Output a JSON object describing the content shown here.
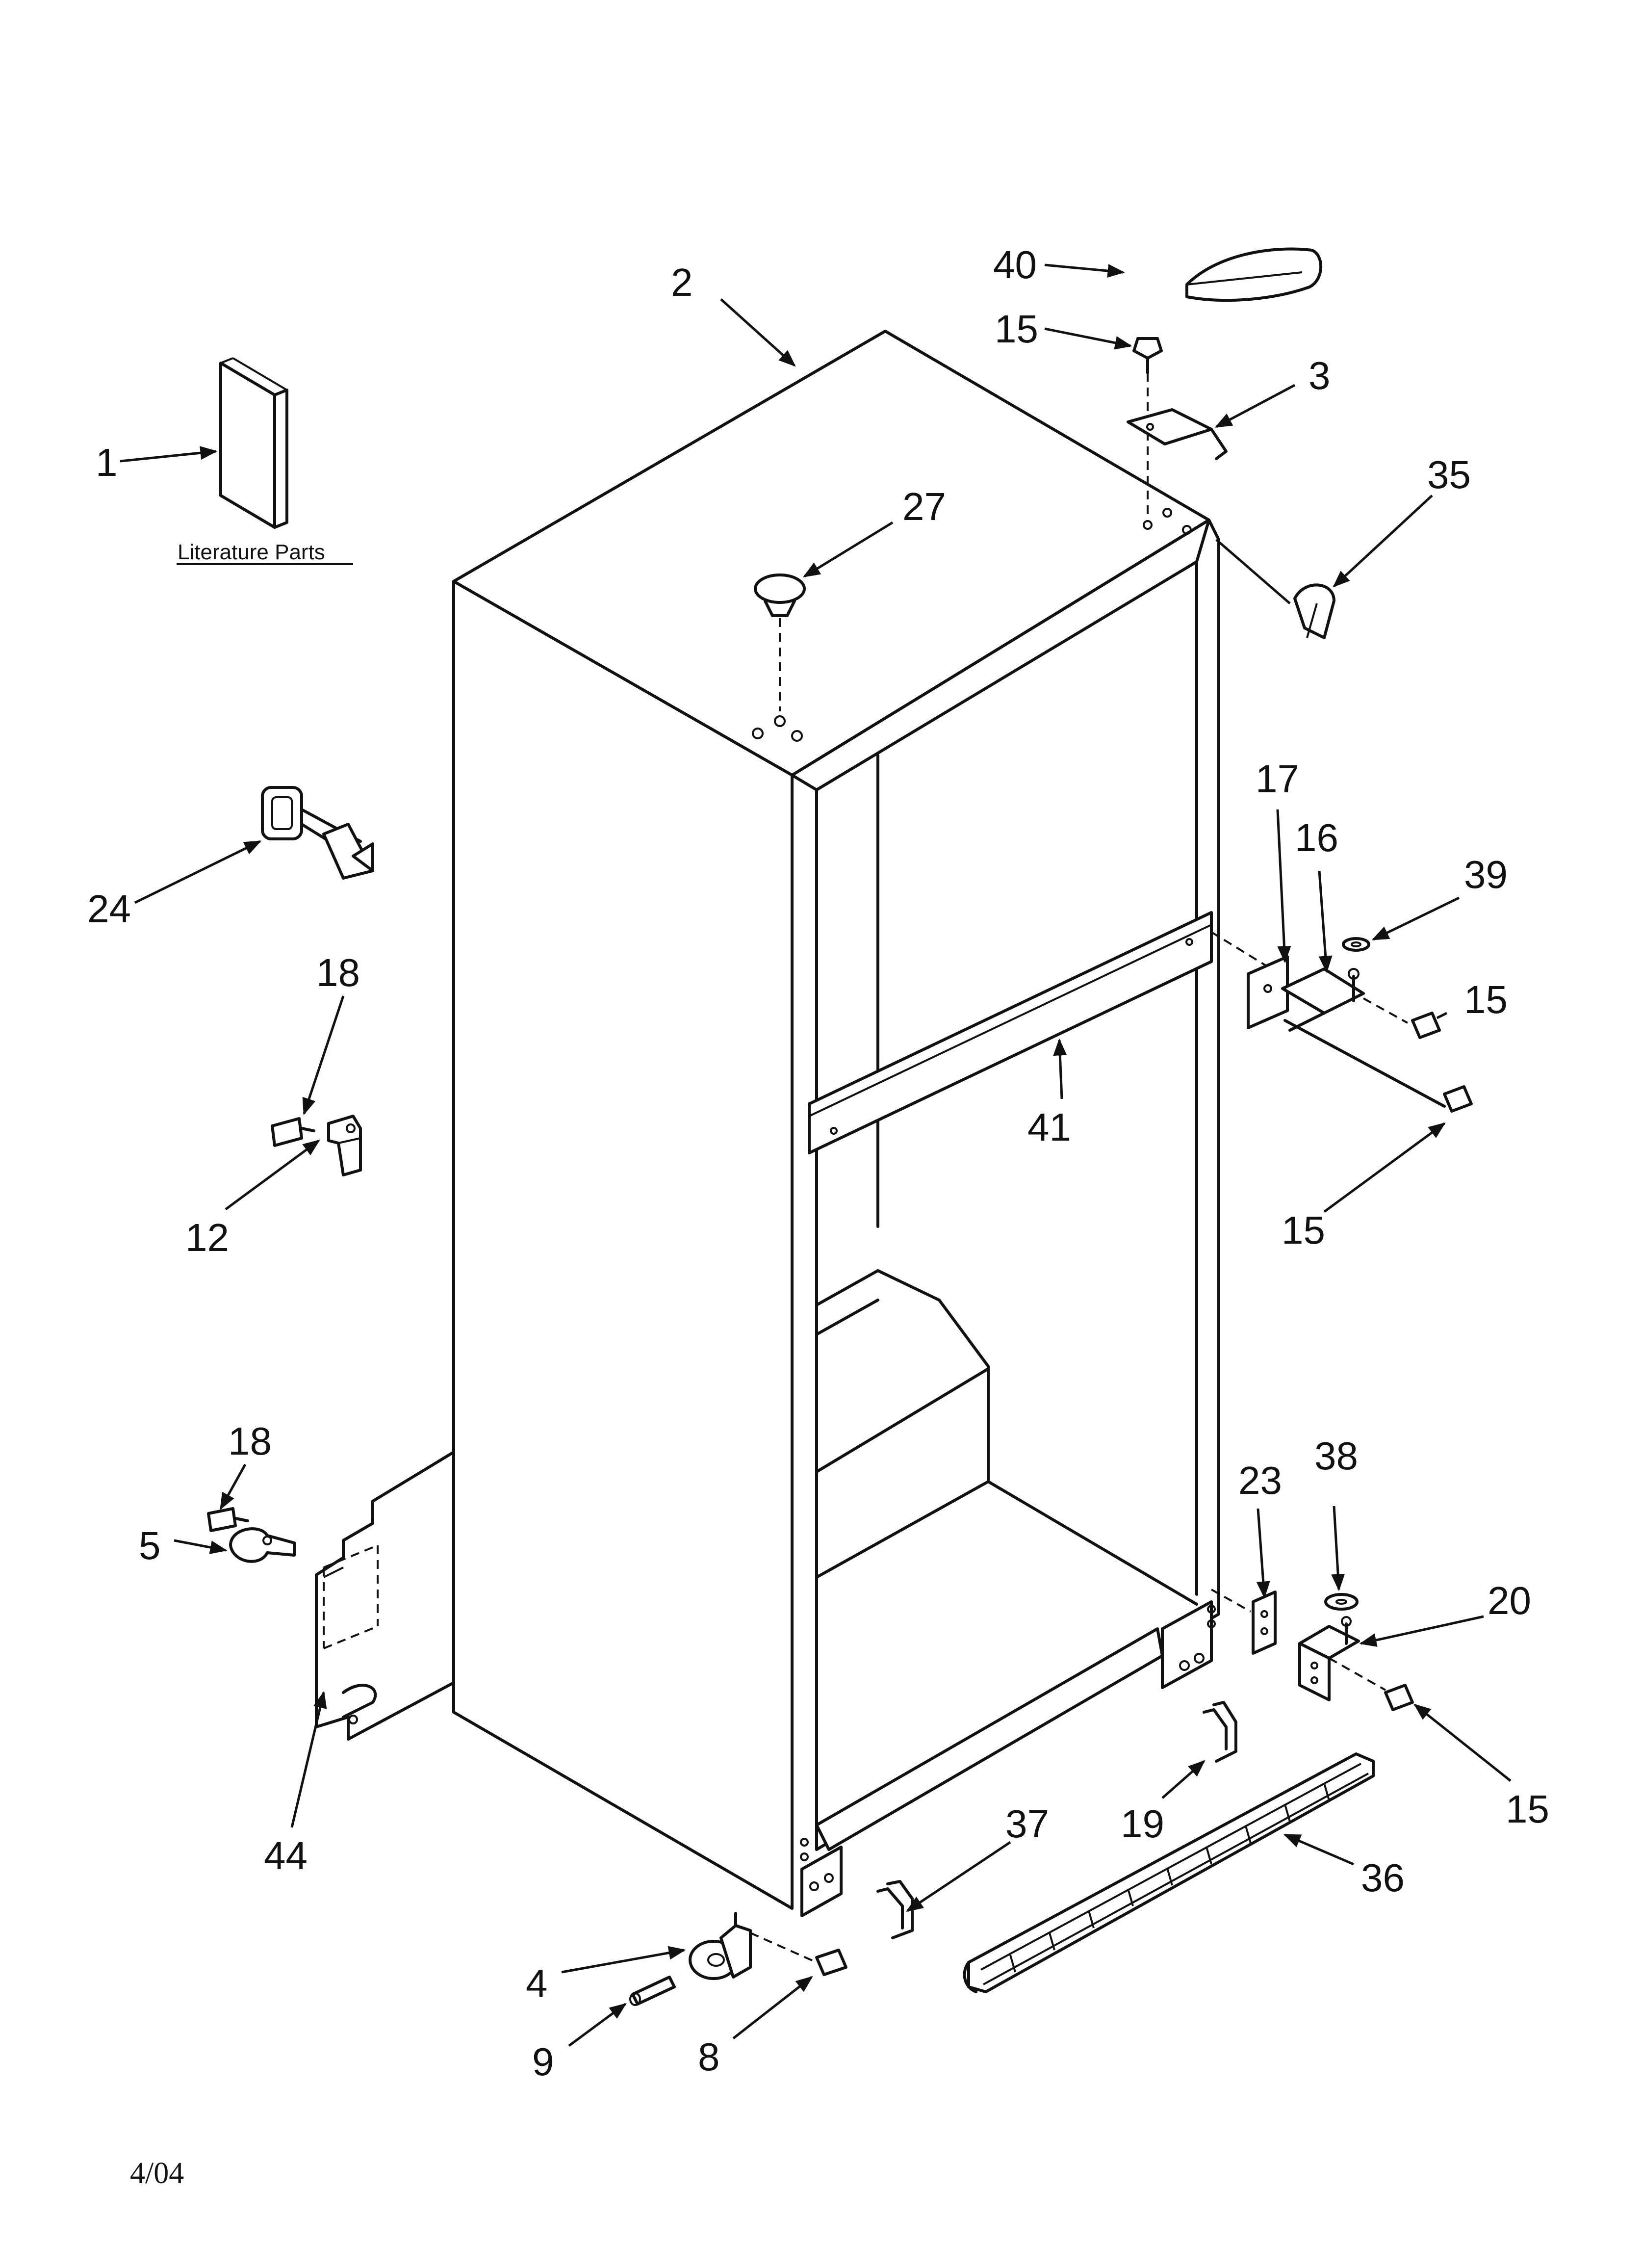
{
  "diagram": {
    "literature_label": "Literature Parts",
    "date_code": "4/04",
    "callouts": [
      {
        "id": "c1",
        "label": "1"
      },
      {
        "id": "c2",
        "label": "2"
      },
      {
        "id": "c3",
        "label": "3"
      },
      {
        "id": "c4",
        "label": "4"
      },
      {
        "id": "c5",
        "label": "5"
      },
      {
        "id": "c8",
        "label": "8"
      },
      {
        "id": "c9",
        "label": "9"
      },
      {
        "id": "c12",
        "label": "12"
      },
      {
        "id": "c15a",
        "label": "15"
      },
      {
        "id": "c15b",
        "label": "15"
      },
      {
        "id": "c15c",
        "label": "15"
      },
      {
        "id": "c15d",
        "label": "15"
      },
      {
        "id": "c16",
        "label": "16"
      },
      {
        "id": "c17",
        "label": "17"
      },
      {
        "id": "c18a",
        "label": "18"
      },
      {
        "id": "c18b",
        "label": "18"
      },
      {
        "id": "c19",
        "label": "19"
      },
      {
        "id": "c20",
        "label": "20"
      },
      {
        "id": "c23",
        "label": "23"
      },
      {
        "id": "c24",
        "label": "24"
      },
      {
        "id": "c27",
        "label": "27"
      },
      {
        "id": "c35",
        "label": "35"
      },
      {
        "id": "c36",
        "label": "36"
      },
      {
        "id": "c37",
        "label": "37"
      },
      {
        "id": "c38",
        "label": "38"
      },
      {
        "id": "c39",
        "label": "39"
      },
      {
        "id": "c40",
        "label": "40"
      },
      {
        "id": "c41",
        "label": "41"
      },
      {
        "id": "c44",
        "label": "44"
      }
    ]
  }
}
